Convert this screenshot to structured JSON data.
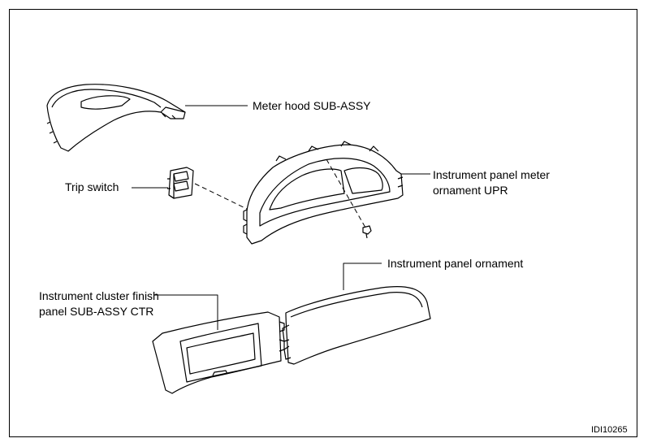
{
  "labels": {
    "meter_hood": "Meter hood SUB-ASSY",
    "trip_switch": "Trip switch",
    "ornament_upr_line1": "Instrument panel meter",
    "ornament_upr_line2": "ornament UPR",
    "panel_ornament": "Instrument panel ornament",
    "cluster_finish_line1": "Instrument cluster finish",
    "cluster_finish_line2": "panel SUB-ASSY CTR"
  },
  "figure_code": "IDI10265"
}
